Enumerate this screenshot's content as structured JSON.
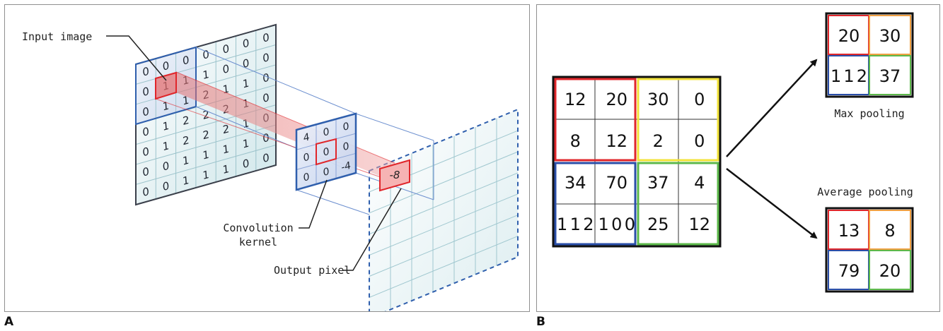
{
  "panel_a": {
    "letter": "A",
    "labels": {
      "input_image": "Input image",
      "kernel_line1": "Convolution",
      "kernel_line2": "kernel",
      "output_pixel": "Output pixel"
    },
    "input_grid": [
      [
        "0",
        "0",
        "0",
        "0",
        "0",
        "0",
        "0"
      ],
      [
        "0",
        "1",
        "1",
        "1",
        "0",
        "0",
        "0"
      ],
      [
        "0",
        "1",
        "1",
        "2",
        "1",
        "1",
        "0"
      ],
      [
        "0",
        "1",
        "2",
        "2",
        "2",
        "1",
        "0"
      ],
      [
        "0",
        "1",
        "2",
        "2",
        "2",
        "1",
        "0"
      ],
      [
        "0",
        "0",
        "1",
        "1",
        "1",
        "1",
        "0"
      ],
      [
        "0",
        "0",
        "1",
        "1",
        "1",
        "0",
        "0"
      ]
    ],
    "kernel_grid": [
      [
        "4",
        "0",
        "0"
      ],
      [
        "0",
        "0",
        "0"
      ],
      [
        "0",
        "0",
        "-4"
      ]
    ],
    "output_value": "-8",
    "colors": {
      "highlight": "#e0262b",
      "frame": "#2f5fad",
      "dark": "#3a3f4a"
    }
  },
  "panel_b": {
    "letter": "B",
    "input_grid": [
      [
        "12",
        "20",
        "30",
        "0"
      ],
      [
        "8",
        "12",
        "2",
        "0"
      ],
      [
        "34",
        "70",
        "37",
        "4"
      ],
      [
        "112",
        "100",
        "25",
        "12"
      ]
    ],
    "max_pooling": {
      "label": "Max pooling",
      "grid": [
        [
          "20",
          "30"
        ],
        [
          "112",
          "37"
        ]
      ]
    },
    "average_pooling": {
      "label": "Average pooling",
      "grid": [
        [
          "13",
          "8"
        ],
        [
          "79",
          "20"
        ]
      ]
    },
    "colors": {
      "red": "#e0262b",
      "yellow": "#f2e33a",
      "blue": "#2a4ea8",
      "green": "#5cb84a",
      "orange": "#f0a042"
    }
  }
}
